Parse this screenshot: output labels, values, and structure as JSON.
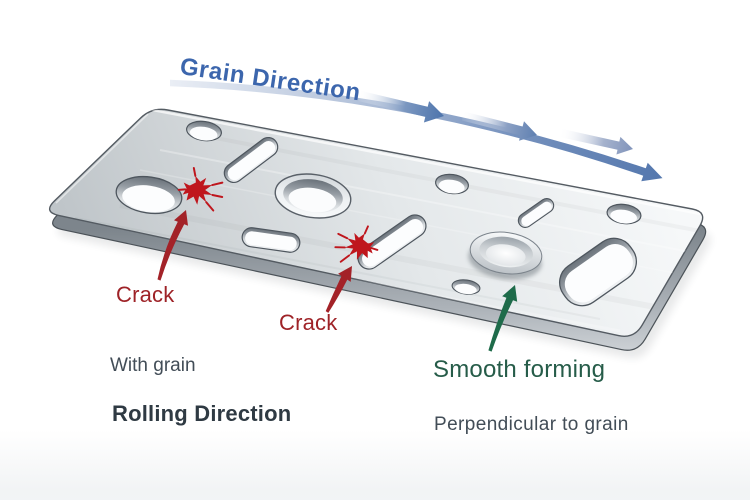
{
  "labels": {
    "grain_direction": "Grain Direction",
    "crack_1": "Crack",
    "crack_2": "Crack",
    "smooth_forming": "Smooth forming",
    "with_grain": "With grain",
    "rolling_direction": "Rolling Direction",
    "perpendicular_to_grain": "Perpendicular to grain"
  },
  "colors": {
    "grain_direction_blue": "#3c66ad",
    "grain_arrow_blue": "#5376ad",
    "crack_label_red": "#9e2227",
    "crack_burst_red": "#bf161d",
    "smooth_forming_green": "#265c49",
    "smooth_arrow_green": "#1e6b4a",
    "body_text_dark": "#424d57",
    "plate_light": "#f4f6f7",
    "plate_dark": "#bfc4c9",
    "background": "#ffffff"
  },
  "figure": {
    "subject": "brushed sheet-metal plate in isometric view",
    "grain_arrow_count": 4,
    "crack_count": 2,
    "formed_feature": "smooth circular drawn boss",
    "hole_shapes": [
      "round hole",
      "slotted hole",
      "oblong hole",
      "rounded-rectangle cutout"
    ]
  }
}
